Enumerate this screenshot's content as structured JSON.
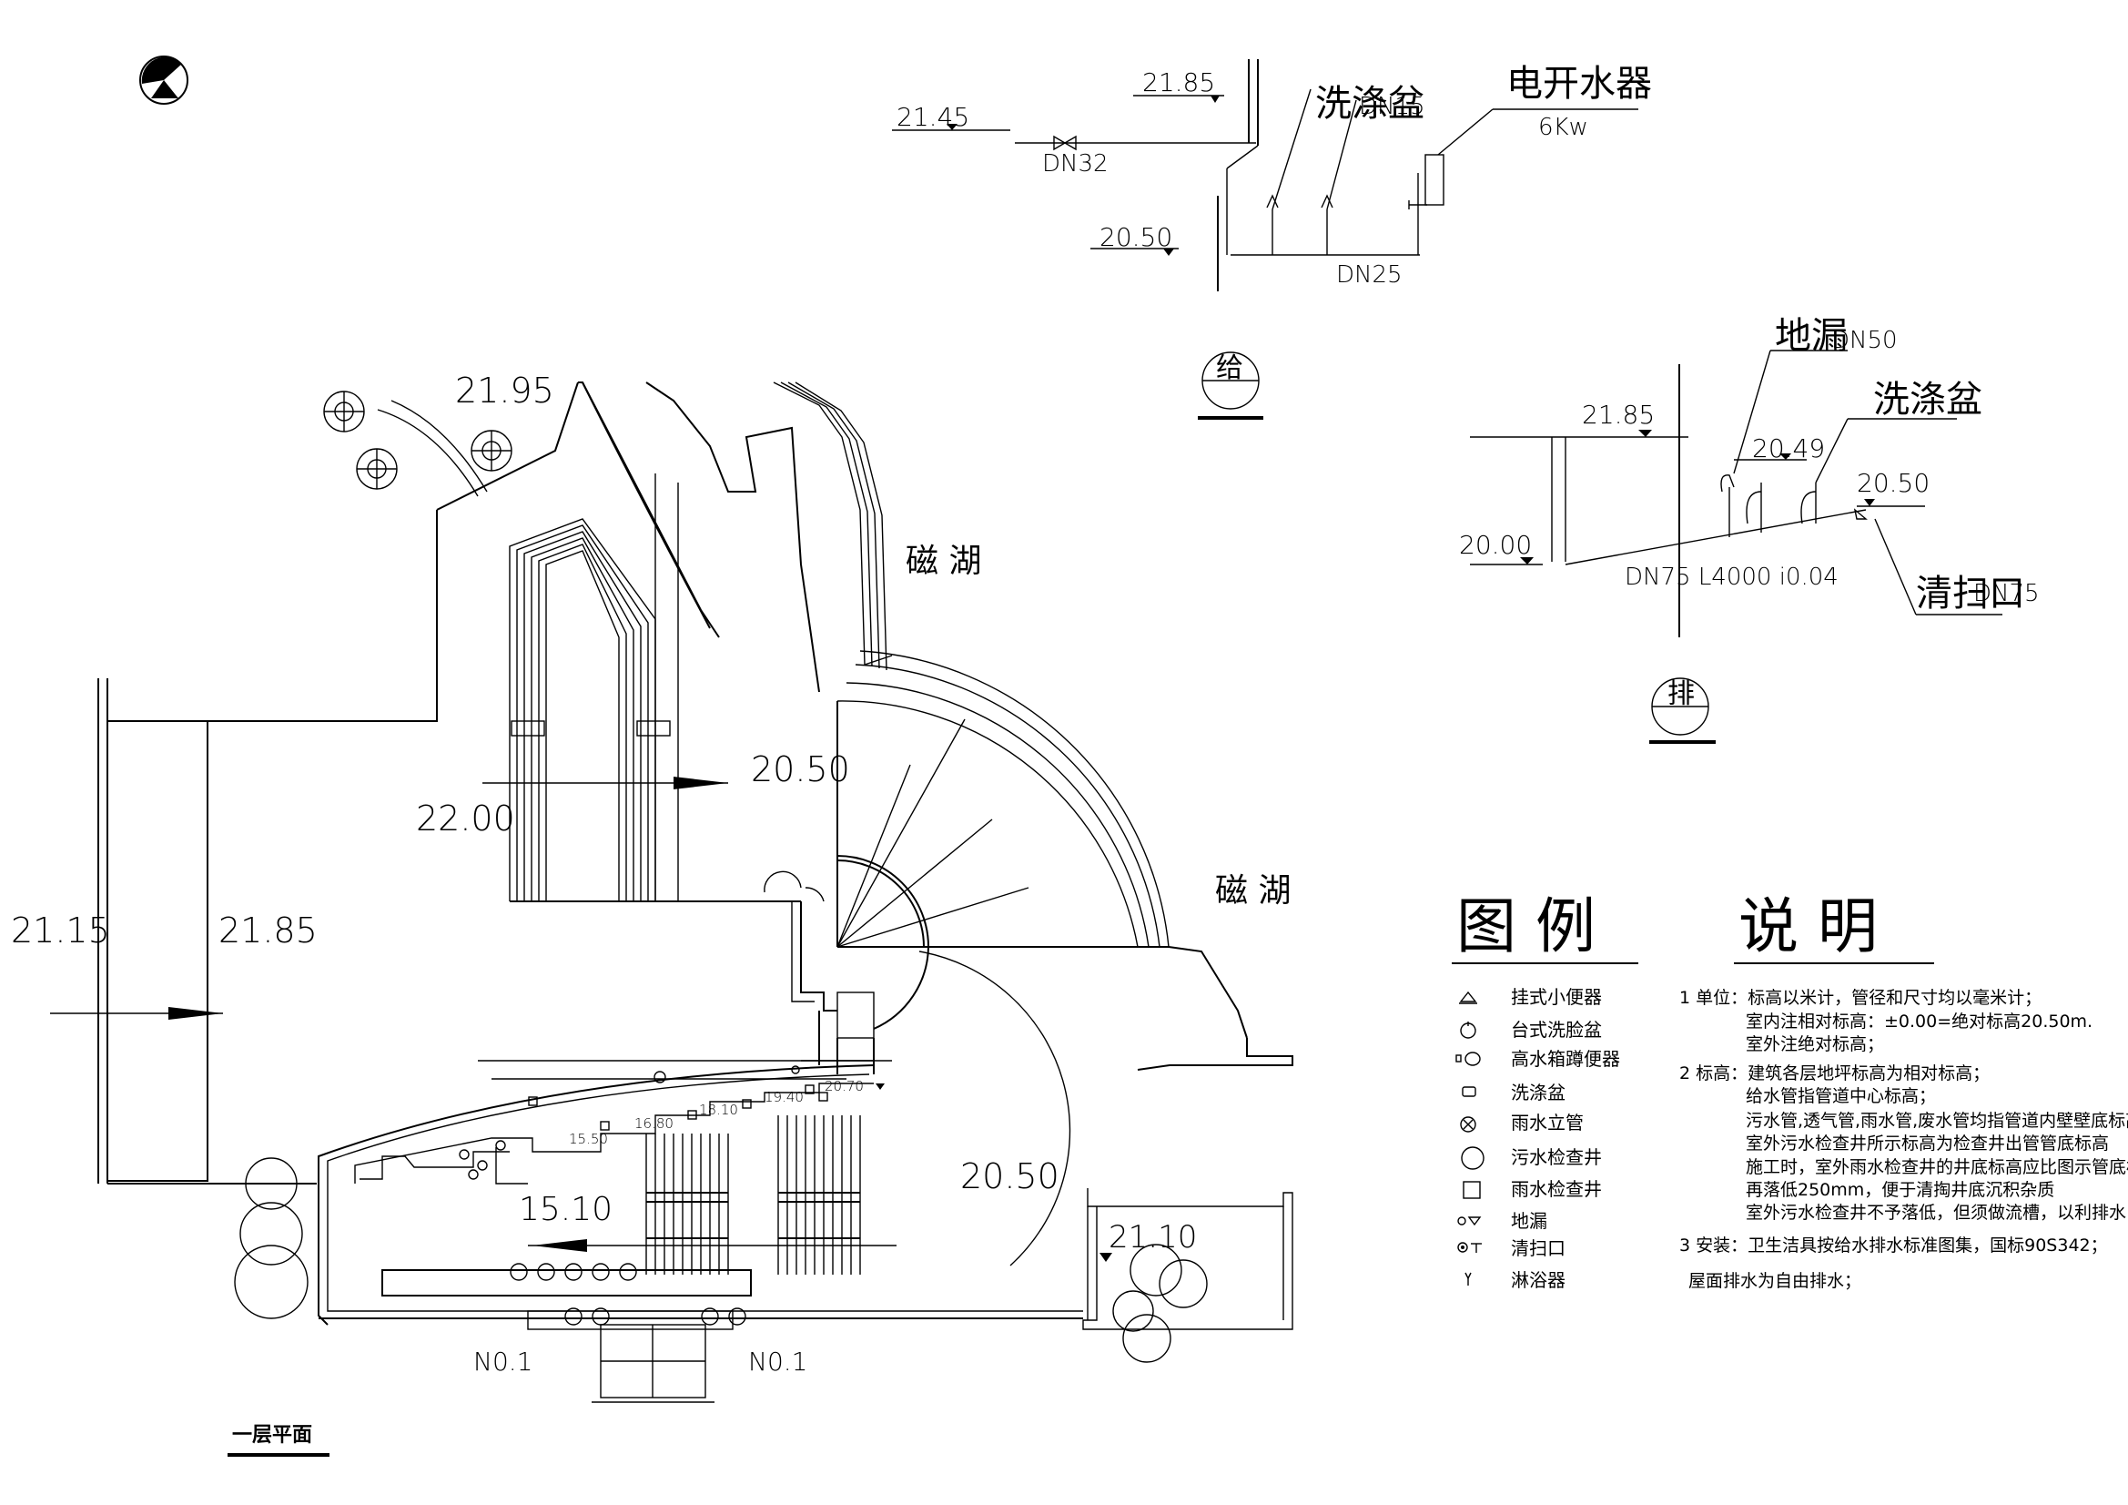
{
  "plan": {
    "elevations": {
      "e2195": "21.95",
      "e2200": "22.00",
      "e2050_top": "20.50",
      "e2115": "21.15",
      "e2185": "21.85",
      "e2050_bottom": "20.50",
      "e2110": "21.10",
      "e1510": "15.10",
      "e1550": "15.50",
      "e1680": "16.80",
      "e1810": "18.10",
      "e1940": "19.40",
      "e2070": "20.70"
    },
    "lake_label_1": "磁  湖",
    "lake_label_2": "磁  湖",
    "no1_left": "N0.1",
    "no1_right": "N0.1",
    "title": "一层平面"
  },
  "supply": {
    "e2145": "21.45",
    "e2185": "21.85",
    "e2050": "20.50",
    "dn32": "DN32",
    "dn25": "DN25",
    "dn15": "DN15",
    "sink_label": "洗涤盆",
    "heater_label": "电开水器",
    "heater_power": "6Kw",
    "section_symbol": "给"
  },
  "drain": {
    "floor_drain_label": "地漏",
    "floor_drain_dn": "DN50",
    "sink_label": "洗涤盆",
    "e2185": "21.85",
    "e2049": "20.49",
    "e2050": "20.50",
    "e2000": "20.00",
    "pipe_spec": "DN75  L4000  i0.04",
    "cleanout_label": "清扫口",
    "cleanout_dn": "DN75",
    "section_symbol": "排"
  },
  "legend": {
    "title_left": "图  例",
    "title_right": "说  明",
    "items": [
      {
        "icon": "urinal-icon",
        "label": "挂式小便器"
      },
      {
        "icon": "washbasin-icon",
        "label": "台式洗脸盆"
      },
      {
        "icon": "squat-toilet-icon",
        "label": "高水箱蹲便器"
      },
      {
        "icon": "sink-icon",
        "label": "洗涤盆"
      },
      {
        "icon": "rain-riser-icon",
        "label": "雨水立管"
      },
      {
        "icon": "sewage-manhole-icon",
        "label": "污水检查井"
      },
      {
        "icon": "rain-manhole-icon",
        "label": "雨水检查井"
      },
      {
        "icon": "floor-drain-icon",
        "label": "地漏"
      },
      {
        "icon": "cleanout-icon",
        "label": "清扫口"
      },
      {
        "icon": "shower-icon",
        "label": "淋浴器"
      }
    ]
  },
  "notes": {
    "lines": [
      "1 单位：标高以米计，管径和尺寸均以毫米计；",
      "室内注相对标高：±0.00=绝对标高20.50m.",
      "室外注绝对标高；",
      "2 标高：建筑各层地坪标高为相对标高；",
      "给水管指管道中心标高；",
      "污水管,透气管,雨水管,废水管均指管道内壁壁底标高；",
      "室外污水检查井所示标高为检查井出管管底标高",
      "施工时，室外雨水检查井的井底标高应比图示管底标高",
      "再落低250mm，便于清掏井底沉积杂质",
      "室外污水检查井不予落低，但须做流槽，以利排水",
      "3 安装：卫生洁具按给水排水标准图集，国标90S342；",
      "屋面排水为自由排水；"
    ]
  }
}
